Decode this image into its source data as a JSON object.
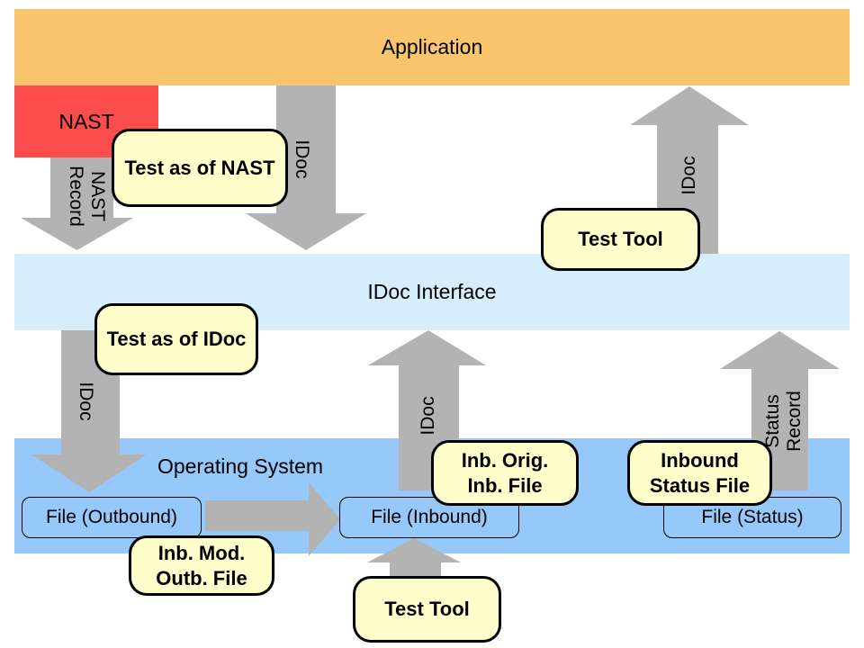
{
  "bands": {
    "application": "Application",
    "idoc_interface": "IDoc Interface",
    "operating_system": "Operating System"
  },
  "nast": "NAST",
  "files": {
    "outbound": "File (Outbound)",
    "inbound": "File (Inbound)",
    "status": "File (Status)"
  },
  "tests": {
    "test_as_of_nast": "Test as of NAST",
    "test_tool_top": "Test Tool",
    "test_as_of_idoc": "Test as of IDoc",
    "inb_orig_inb_file": "Inb. Orig.\nInb. File",
    "inbound_status_file": "Inbound\nStatus File",
    "inb_mod_outb_file": "Inb. Mod.\nOutb. File",
    "test_tool_bottom": "Test Tool"
  },
  "arrows": {
    "nast_record": "NAST\nRecord",
    "idoc_app_to_interface": "IDoc",
    "idoc_interface_to_app": "IDoc",
    "idoc_interface_to_os": "IDoc",
    "idoc_file_to_interface": "IDoc",
    "status_record": "Status Record"
  },
  "colors": {
    "application_band": "#FBC56D",
    "idoc_interface_band": "#D6EEFC",
    "operating_system_band": "#96C8FA",
    "nast_box": "#FB4D4D",
    "arrow": "#B3B3B3",
    "test_box": "#FFFFCC",
    "text": "#000000"
  }
}
